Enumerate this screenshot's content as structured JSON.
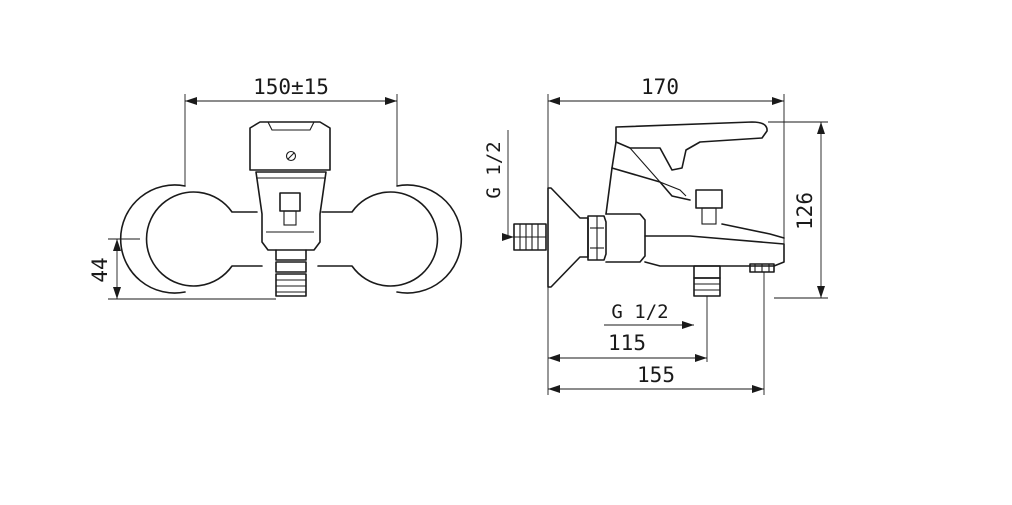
{
  "dimensions": {
    "front_width": "150±15",
    "front_height": "44",
    "side_length": "170",
    "side_height": "126",
    "inlet_thread": "G 1/2",
    "outlet_thread": "G 1/2",
    "outlet_offset": "115",
    "spout_reach": "155"
  },
  "colors": {
    "line": "#1a1a1a",
    "background": "#ffffff"
  }
}
